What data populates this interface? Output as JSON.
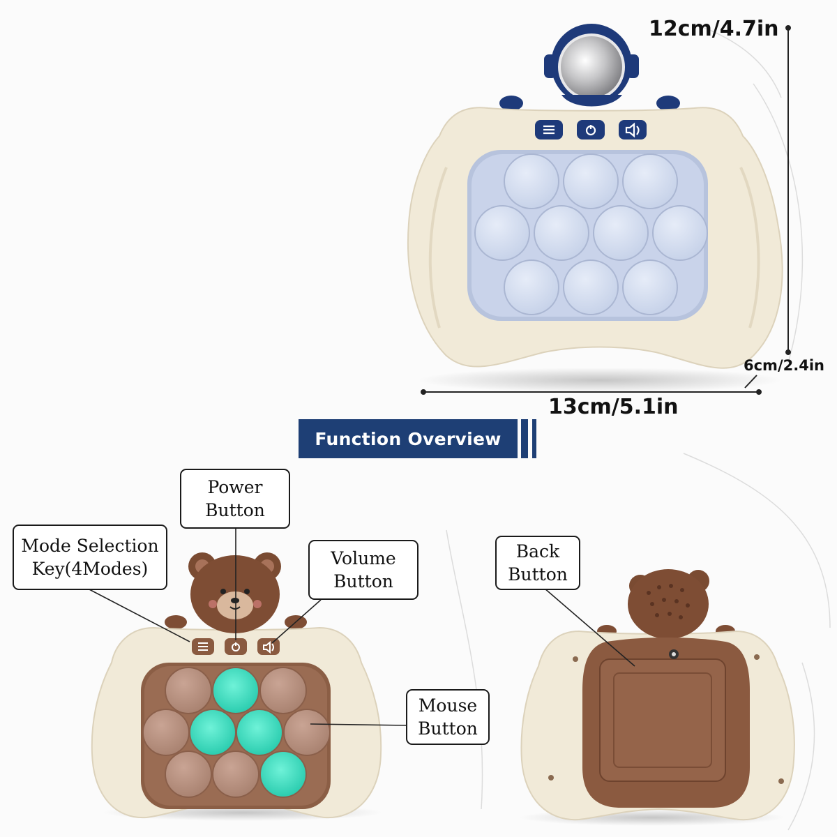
{
  "dimensions": {
    "height": "12cm/4.7in",
    "depth": "6cm/2.4in",
    "width": "13cm/5.1in"
  },
  "section_title": "Function Overview",
  "callouts": {
    "power": [
      "Power",
      "Button"
    ],
    "mode": [
      "Mode Selection",
      "Key(4Modes)"
    ],
    "volume": [
      "Volume",
      "Button"
    ],
    "back": [
      "Back",
      "Button"
    ],
    "mouse": [
      "Mouse",
      "Button"
    ]
  },
  "colors": {
    "banner": "#1e3f75",
    "case": "#f0e9d8",
    "astronaut_accent": "#1e3a7a",
    "bubble_blue": "#c8d4ec",
    "bubble_brown": "#b08a79",
    "bubble_lit": "#33d6b8",
    "bear_brown": "#7e4d34"
  },
  "lit_bubbles": [
    1,
    4,
    5,
    9
  ]
}
